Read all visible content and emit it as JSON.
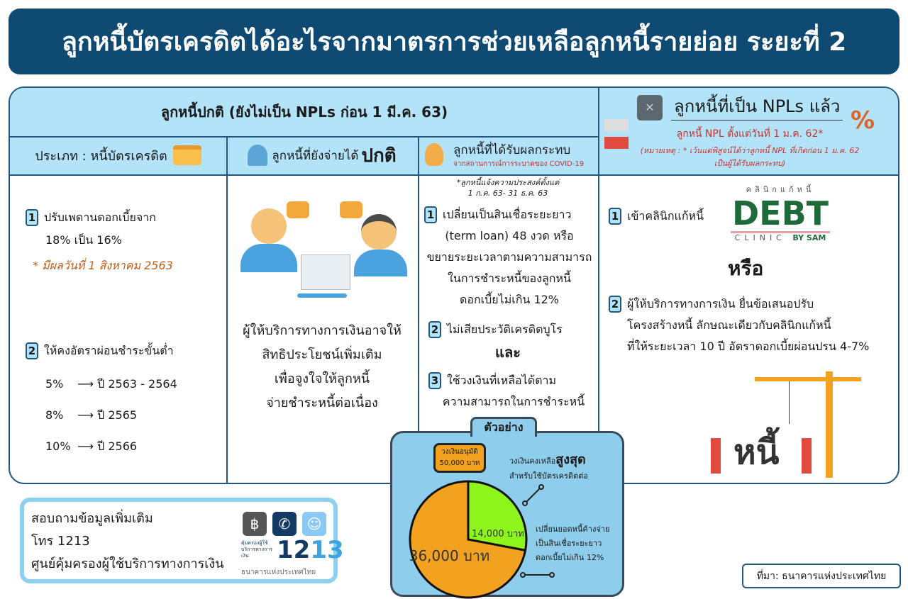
{
  "title": "ลูกหนี้บัตรเครดิตได้อะไรจากมาตรการช่วยเหลือลูกหนี้รายย่อย ระยะที่ 2",
  "normal": {
    "header": "ลูกหนี้ปกติ (ยังไม่เป็น NPLs ก่อน 1 มี.ค. 63)",
    "col1": {
      "header": "ประเภท : หนี้บัตรเครดิต",
      "item1_num": "1",
      "item1_line1": "ปรับเพดานดอกเบี้ยจาก",
      "item1_line2": "18% เป็น 16%",
      "item1_note": "* มีผลวันที่ 1 สิงหาคม 2563",
      "item2_num": "2",
      "item2_text": "ให้คงอัตราผ่อนชำระขั้นต่ำ",
      "rates": [
        {
          "rate": "5%",
          "arrow": "⟶",
          "year": "ปี 2563 - 2564"
        },
        {
          "rate": "8%",
          "arrow": "⟶",
          "year": "ปี 2565"
        },
        {
          "rate": "10%",
          "arrow": "⟶",
          "year": "ปี 2566"
        }
      ]
    },
    "col2": {
      "header_a": "ลูกหนี้ที่ยังจ่ายได้",
      "header_b": "ปกติ",
      "lines": [
        "ผู้ให้บริการทางการเงินอาจให้",
        "สิทธิประโยชน์เพิ่มเติม",
        "เพื่อจูงใจให้ลูกหนี้",
        "จ่ายชำระหนี้ต่อเนื่อง"
      ]
    },
    "col3": {
      "header": "ลูกหนี้ที่ได้รับผลกระทบ",
      "subheader": "จากสถานการณ์การระบาดของ COVID-19",
      "note_line1": "*ลูกหนี้แจ้งความประสงค์ตั้งแต่",
      "note_line2": "1 ก.ค. 63- 31 ธ.ค. 63",
      "item1_num": "1",
      "item1_lines": [
        "เปลี่ยนเป็นสินเชื่อระยะยาว",
        "(term loan) 48 งวด หรือ",
        "ขยายระยะเวลาตามความสามารถ",
        "ในการชำระหนี้ของลูกหนี้",
        "ดอกเบี้ยไม่เกิน 12%"
      ],
      "item2_num": "2",
      "item2_text": "ไม่เสียประวัติเครดิตบูโร",
      "and": "และ",
      "item3_num": "3",
      "item3_lines": [
        "ใช้วงเงินที่เหลือได้ตาม",
        "ความสามารถในการชำระหนี้"
      ]
    }
  },
  "npl": {
    "header": "ลูกหนี้ที่เป็น NPLs แล้ว",
    "subheader": "ลูกหนี้ NPL ตั้งแต่วันที่ 1 ม.ค. 62*",
    "remark_line1": "(หมายเหตุ :  * เว้นแต่พิสูจน์ได้ว่าลูกหนี้ NPL ที่เกิดก่อน 1 ม.ค. 62",
    "remark_line2": "เป็นผู้ได้รับผลกระทบ)",
    "item1_num": "1",
    "item1_text": "เข้าคลินิกแก้หนี้",
    "logo": {
      "top": "คลินิกแก้หนี้",
      "main": "DEBT",
      "bottom": "CLINIC",
      "by": "BY SAM"
    },
    "or": "หรือ",
    "item2_num": "2",
    "item2_lines": [
      "ผู้ให้บริการทางการเงิน ยื่นข้อเสนอปรับ",
      "โครงสร้างหนี้ ลักษณะเดียวกับคลินิกแก้หนี้",
      "ที่ให้ระยะเวลา 10 ปี อัตราดอกเบี้ยผ่อนปรน 4-7%"
    ],
    "crane_label": "หนี้"
  },
  "example": {
    "tab": "ตัวอย่าง",
    "approved_line1": "วงเงินอนุมัติ",
    "approved_line2": "50,000 บาท",
    "remaining_a": "วงเงินคงเหลือ",
    "remaining_b": "สูงสุด",
    "remaining_line2": "สำหรับใช้บัตรเครดิตต่อ",
    "converted_lines": [
      "เปลี่ยนยอดหนี้ค้างจ่าย",
      "เป็นสินเชื่อระยะยาว",
      "ดอกเบี้ยไม่เกิน 12%"
    ]
  },
  "chart_data": {
    "type": "pie",
    "title": "ตัวอย่าง",
    "total": 50000,
    "slices": [
      {
        "label": "14,000 บาท",
        "value": 14000,
        "color": "#8ef51c"
      },
      {
        "label": "36,000 บาท",
        "value": 36000,
        "color": "#f2a21e"
      }
    ]
  },
  "contact": {
    "line1": "สอบถามข้อมูลเพิ่มเติม",
    "line2": "โทร 1213",
    "line3": "ศูนย์คุ้มครองผู้ใช้บริการทางการเงิน",
    "logo_small": "คุ้มครองผู้ใช้บริการทางการเงิน",
    "logo_num_a": "12",
    "logo_num_b": "13",
    "logo_bank": "ธนาคารแห่งประเทศไทย"
  },
  "source": "ที่มา: ธนาคารแห่งประเทศไทย",
  "colors": {
    "title_bg": "#0f4a73",
    "header_bg": "#b3e3f8",
    "accent_red": "#c9302c",
    "pie_orange": "#f2a21e",
    "pie_green": "#8ef51c"
  }
}
